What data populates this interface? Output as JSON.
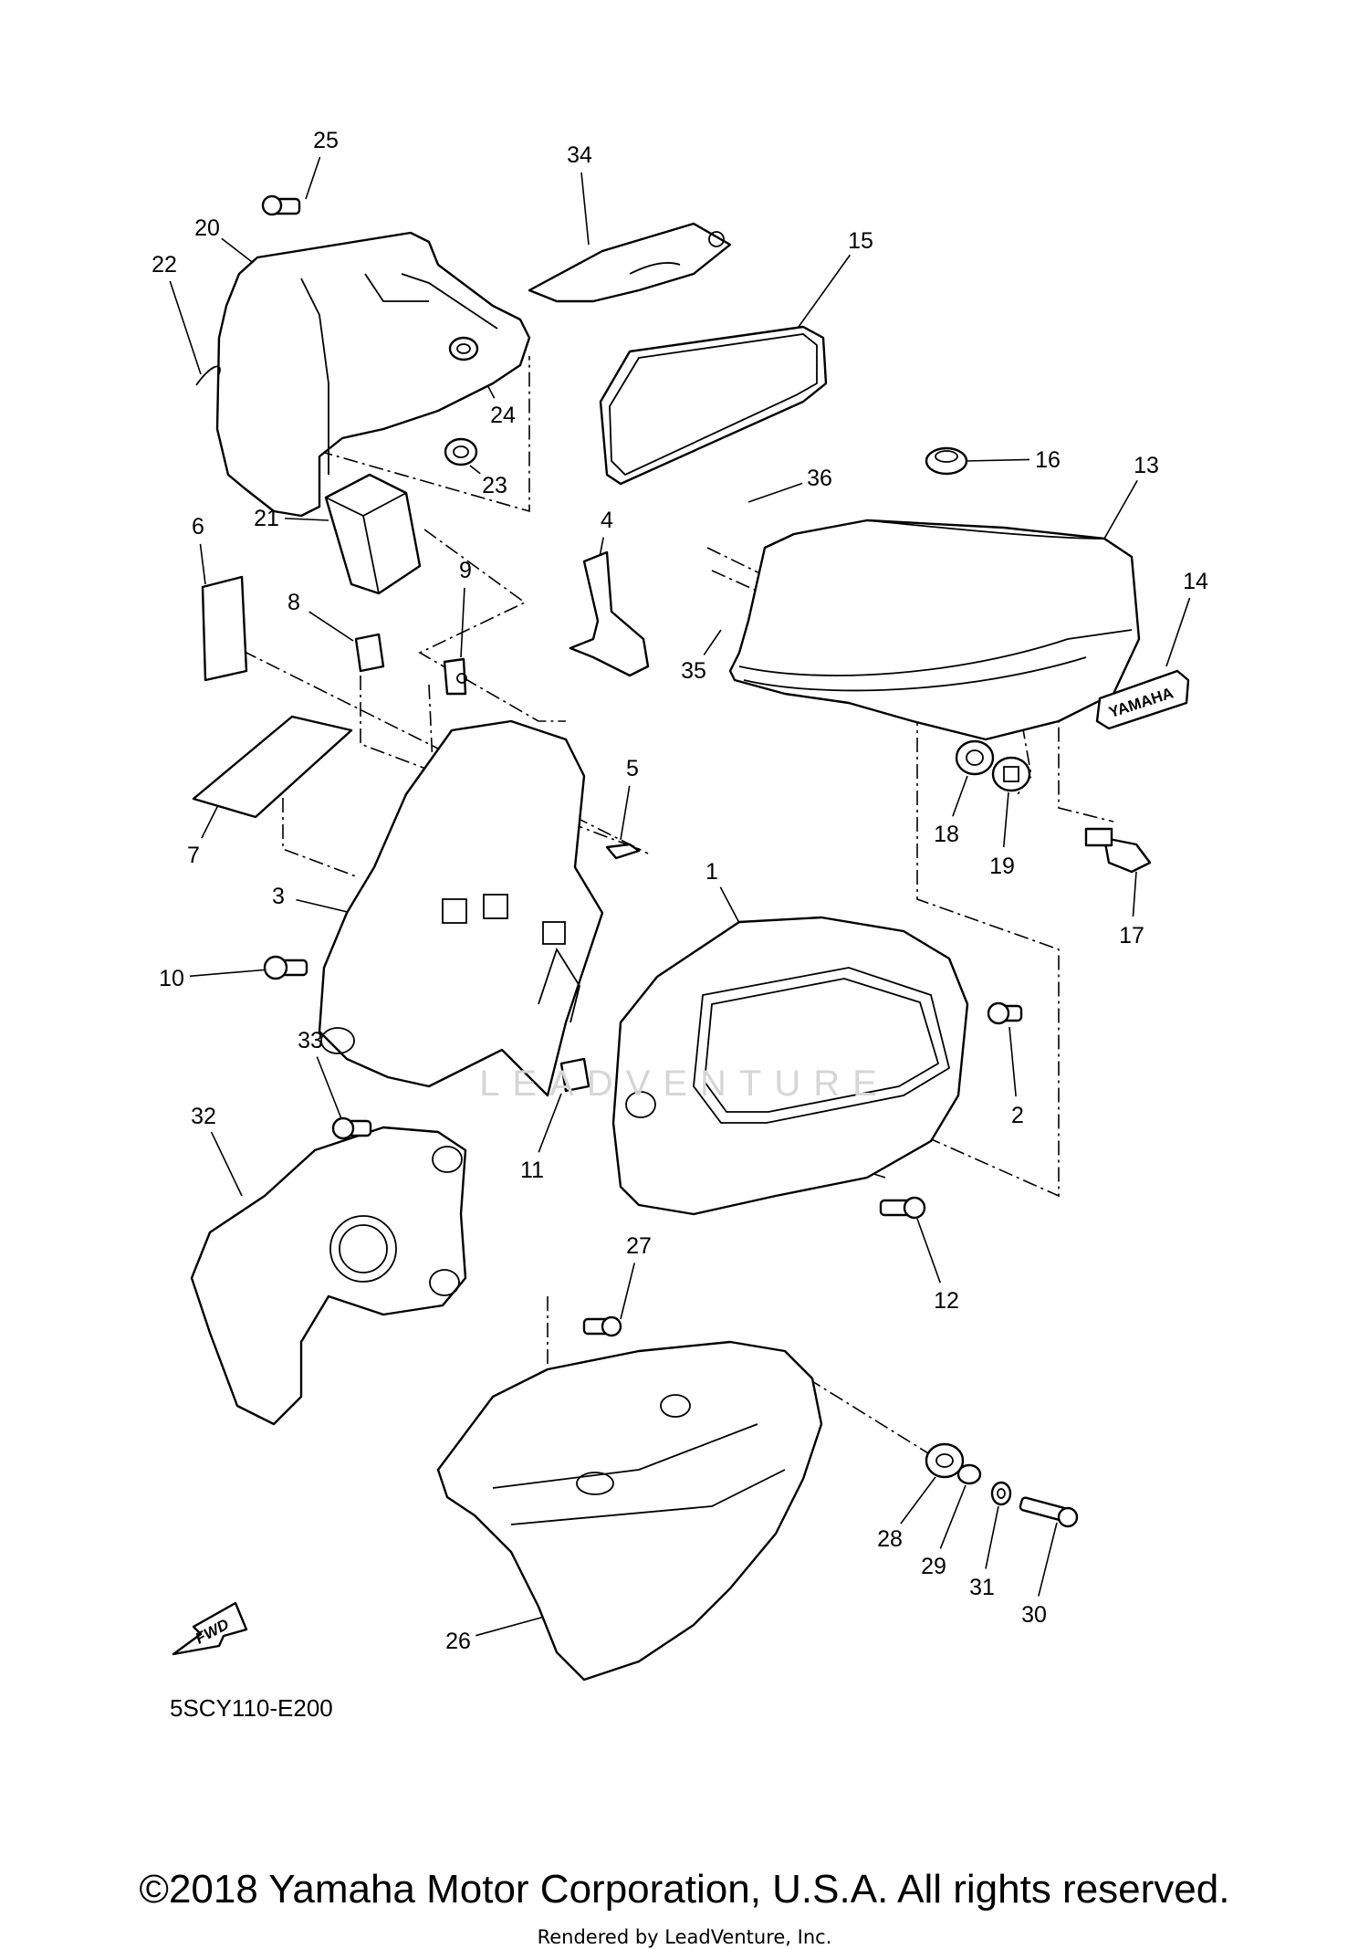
{
  "diagram": {
    "callouts": [
      "1",
      "2",
      "3",
      "4",
      "5",
      "6",
      "7",
      "8",
      "9",
      "10",
      "11",
      "12",
      "13",
      "14",
      "15",
      "16",
      "17",
      "18",
      "19",
      "20",
      "21",
      "22",
      "23",
      "24",
      "25",
      "26",
      "27",
      "28",
      "29",
      "30",
      "31",
      "32",
      "33",
      "34",
      "35",
      "36"
    ],
    "emblem_text": "YAMAHA",
    "fwd_text": "FWD",
    "diagram_code": "5SCY110-E200",
    "watermark": "LEADVENTURE"
  },
  "footer": {
    "copyright": "©2018 Yamaha Motor Corporation, U.S.A. All rights reserved.",
    "rendered_by": "Rendered by LeadVenture, Inc."
  }
}
